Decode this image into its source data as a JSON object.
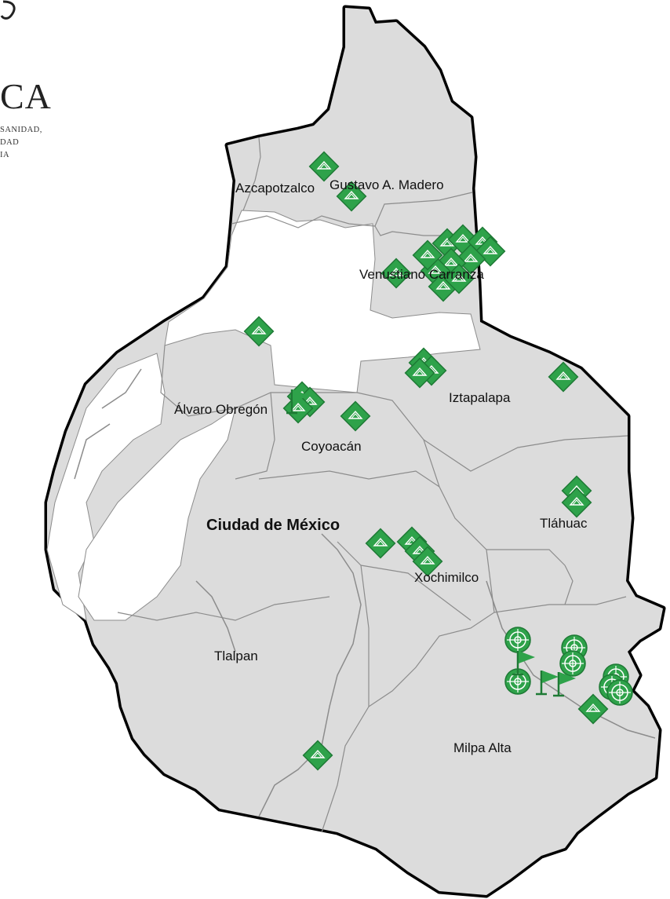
{
  "logo": {
    "title": "CA",
    "line1": "SANIDAD,",
    "line2": "DAD",
    "line3": "IA"
  },
  "map": {
    "region_name": "Ciudad de México",
    "labels": {
      "azcapotzalco": "Azcapotzalco",
      "gustavo_madero": "Gustavo A. Madero",
      "venustiano_carranza": "Venustiano Carranza",
      "iztapalapa": "Iztapalapa",
      "alvaro_obregon": "Álvaro Obregón",
      "coyoacan": "Coyoacán",
      "tlahuac": "Tláhuac",
      "xochimilco": "Xochimilco",
      "tlalpan": "Tlalpan",
      "milpa_alta": "Milpa Alta"
    },
    "colors": {
      "region_fill": "#dcdcdc",
      "border": "#111111",
      "internal_lines": "#8c8c8c",
      "marker": "#2ea24a",
      "marker_dark": "#1e7a35"
    },
    "marker_legend_icons": [
      "diamond-trap-icon",
      "target-icon",
      "flag-icon"
    ]
  }
}
